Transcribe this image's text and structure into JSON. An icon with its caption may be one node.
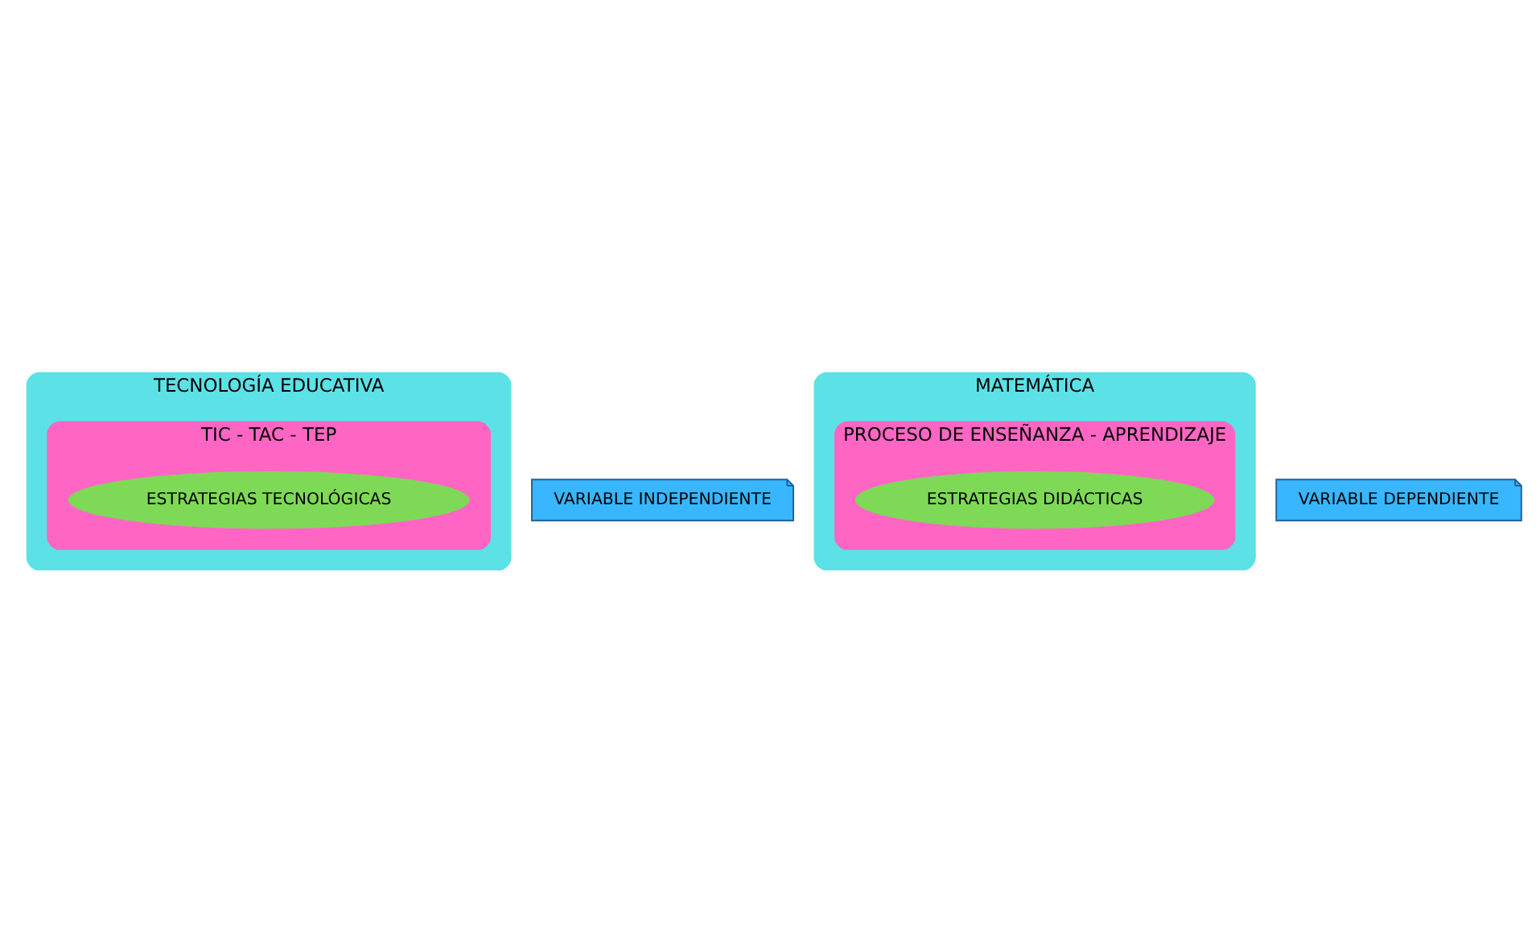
{
  "diagram": {
    "nodes": [
      {
        "text": [
          "TECNOLOGÍA EDUCATIVA"
        ]
      },
      {
        "text": [
          "TIC - TAC - TEP"
        ],
        "in": 0
      },
      {
        "text": [
          "ESTRATEGIAS TECNOLÓGICAS"
        ],
        "in": 1
      },
      {
        "text": [
          "VARIABLE INDEPENDIENTE"
        ]
      },
      {
        "text": [
          "MATEMÁTICA"
        ]
      },
      {
        "text": [
          "PROCESO DE ENSEÑANZA - APRENDIZAJE"
        ],
        "in": 4
      },
      {
        "text": [
          "ESTRATEGIAS DIDÁCTICAS"
        ],
        "in": 5
      },
      {
        "text": [
          "VARIABLE DEPENDIENTE"
        ]
      }
    ],
    "edges": []
  }
}
